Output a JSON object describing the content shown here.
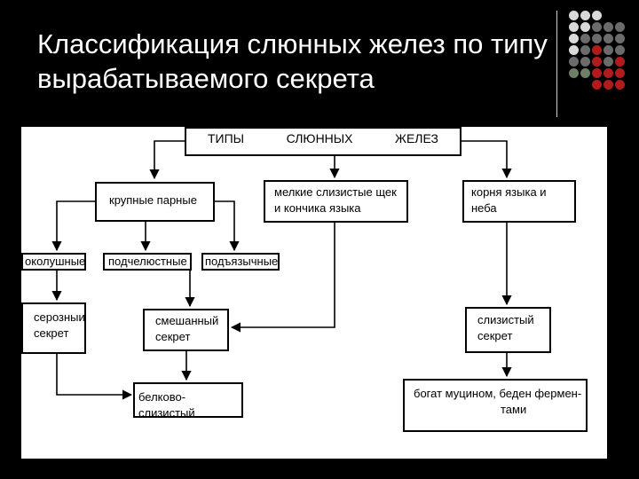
{
  "slide": {
    "title": "Классификация слюнных желез по типу вырабатываемого секрета"
  },
  "colors": {
    "background": "#000000",
    "dot_gray_light": "#d9d9d9",
    "dot_gray_dark": "#6b6b6b",
    "dot_green": "#6e7f66",
    "dot_red": "#b01c1c"
  },
  "diagram": {
    "header": {
      "word1": "ТИПЫ",
      "word2": "СЛЮННЫХ",
      "word3": "ЖЕЛЕЗ"
    },
    "large_paired": "крупные парные",
    "small_mucous": {
      "line1": "мелкие слизистые щек",
      "line2": "и кончика языка"
    },
    "tongue_palate": "корня языка и неба",
    "parotid": "околушные",
    "submandibular": "подчелюстные",
    "sublingual": "подъязычные",
    "serous": {
      "line1": "серозныи",
      "line2": "секрет"
    },
    "mixed": {
      "line1": "смешанный",
      "line2": "секрет"
    },
    "mucous": {
      "line1": "слизистый",
      "line2": "секрет"
    },
    "protein_mucous": "белково-слизистый",
    "rich_mucin": {
      "line1": "богат муцином, беден фермен-",
      "line2": "тами"
    }
  }
}
